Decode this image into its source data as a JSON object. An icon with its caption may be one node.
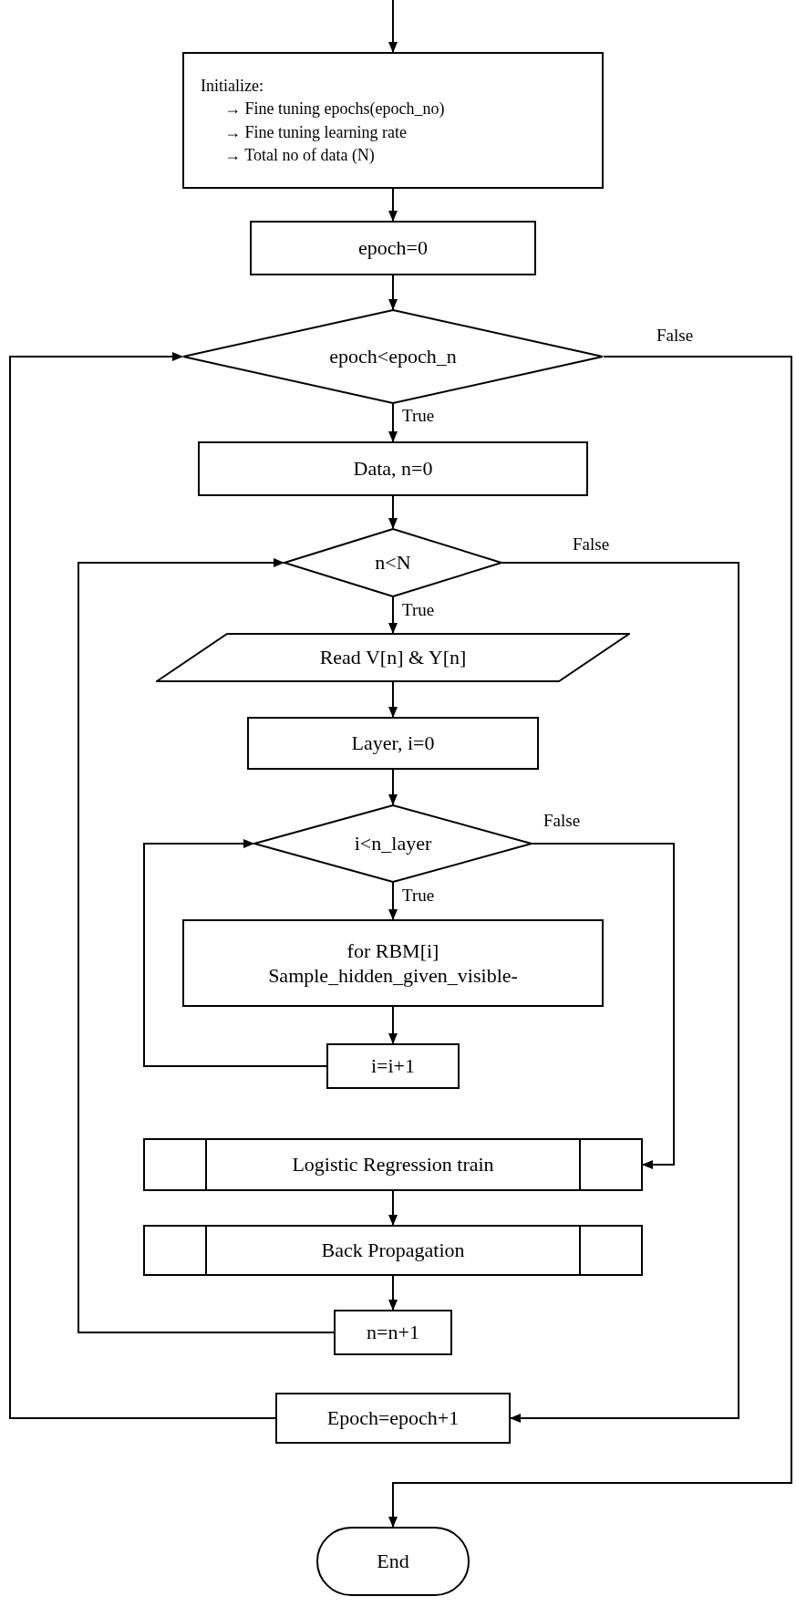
{
  "diagram": {
    "nodes": [
      {
        "text": [
          "Initialize:",
          "→ Fine tuning epochs(epoch_no)",
          "→ Fine tuning learning rate",
          "→ Total no of data (N)"
        ]
      },
      {
        "text": [
          "epoch=0"
        ]
      },
      {
        "text": [
          "epoch<epoch_n"
        ]
      },
      {
        "text": [
          "Data, n=0"
        ]
      },
      {
        "text": [
          "n<N"
        ]
      },
      {
        "text": [
          "Read V[n] & Y[n]"
        ]
      },
      {
        "text": [
          "Layer, i=0"
        ]
      },
      {
        "text": [
          "i<n_layer"
        ]
      },
      {
        "text": [
          "for RBM[i]",
          "Sample_hidden_given_visible-"
        ]
      },
      {
        "text": [
          "i=i+1"
        ]
      },
      {
        "text": [
          "Logistic Regression train"
        ]
      },
      {
        "text": [
          "Back Propagation"
        ]
      },
      {
        "text": [
          "n=n+1"
        ]
      },
      {
        "text": [
          "Epoch=epoch+1"
        ]
      },
      {
        "text": [
          "End"
        ]
      }
    ],
    "edges": [
      {
        "from": null,
        "to": 0,
        "arrow": "to"
      },
      {
        "from": 0,
        "to": 1,
        "arrow": "to"
      },
      {
        "from": 1,
        "to": 2,
        "arrow": "to"
      },
      {
        "from": 2,
        "to": 3,
        "arrow": "to",
        "label": "True"
      },
      {
        "from": 3,
        "to": 4,
        "arrow": "to"
      },
      {
        "from": 4,
        "to": 5,
        "arrow": "to",
        "label": "True"
      },
      {
        "from": 5,
        "to": 6,
        "arrow": "to"
      },
      {
        "from": 6,
        "to": 7,
        "arrow": "to"
      },
      {
        "from": 7,
        "to": 8,
        "arrow": "to",
        "label": "True"
      },
      {
        "from": 8,
        "to": 9,
        "arrow": "to"
      },
      {
        "from": 9,
        "to": 7,
        "arrow": "to"
      },
      {
        "from": 7,
        "to": 10,
        "arrow": "to",
        "label": "False"
      },
      {
        "from": 10,
        "to": 11,
        "arrow": "to"
      },
      {
        "from": 11,
        "to": 12,
        "arrow": "to"
      },
      {
        "from": 12,
        "to": 4,
        "arrow": "to"
      },
      {
        "from": 4,
        "to": 13,
        "arrow": "to",
        "label": "False"
      },
      {
        "from": 13,
        "to": 2,
        "arrow": "to"
      },
      {
        "from": 2,
        "to": 14,
        "arrow": "to",
        "label": "False"
      }
    ]
  }
}
